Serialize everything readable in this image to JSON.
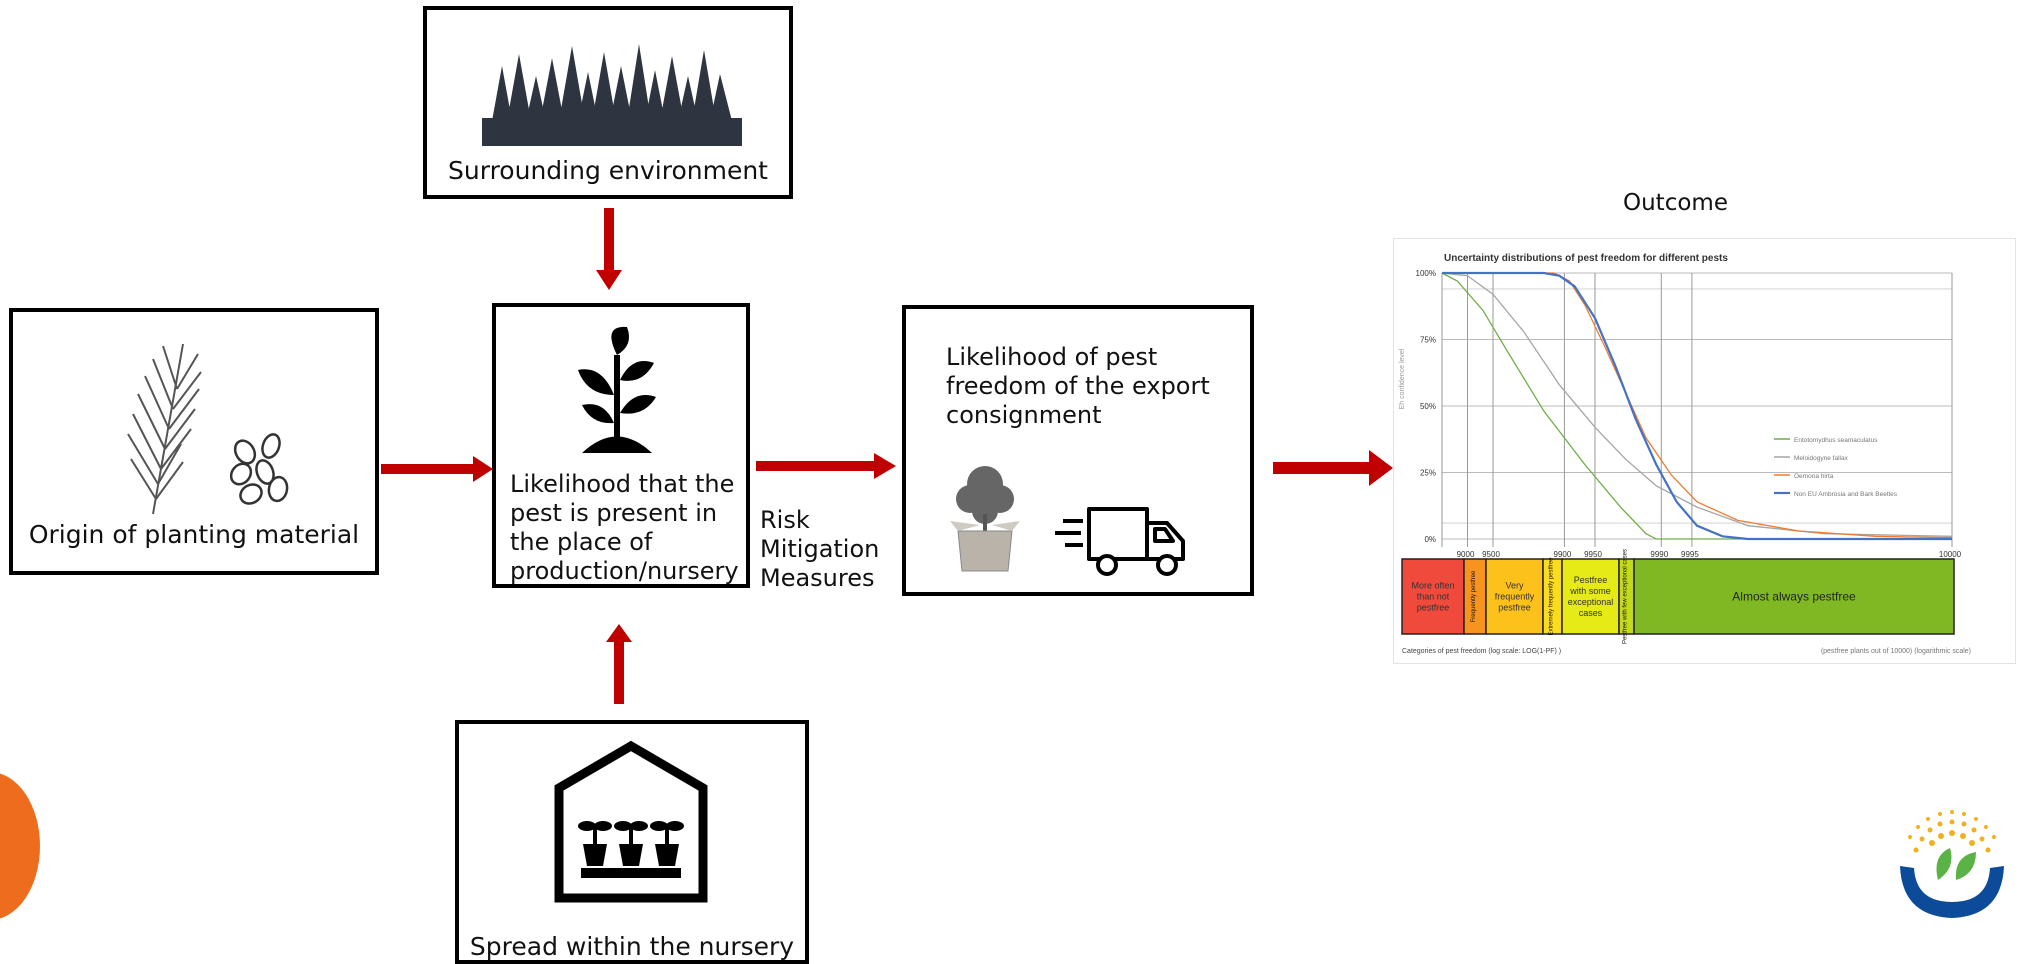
{
  "colors": {
    "arrow": "#c00000",
    "box_border": "#000000"
  },
  "boxes": {
    "surrounding": {
      "label": "Surrounding environment",
      "icon": "forest-icon"
    },
    "origin": {
      "label": "Origin of planting material",
      "icon": "conifer-branch-and-seeds-icon"
    },
    "likelihood_present": {
      "label": "Likelihood that the pest is present in the place of production/nursery",
      "icon": "sprout-icon"
    },
    "likelihood_freedom": {
      "label": "Likelihood of pest freedom of the export consignment",
      "icons": [
        "potted-tree-box-icon",
        "delivery-truck-icon"
      ]
    },
    "spread": {
      "label": "Spread within the nursery",
      "icon": "greenhouse-icon"
    }
  },
  "risk_mitigation_label": "Risk Mitigation Measures",
  "outcome_label": "Outcome",
  "chart_data": {
    "type": "line",
    "title": "Uncertainty distributions of pest freedom for different pests",
    "ylabel": "Eh confidence level",
    "y_ticks": [
      "100%",
      "75%",
      "50%",
      "25%",
      "0%"
    ],
    "x_ticks": [
      "9000",
      "9500",
      "9900",
      "9950",
      "9990",
      "9995",
      "10000"
    ],
    "series": [
      {
        "name": "Entotomydhus seamaculatus",
        "color": "#70ad47",
        "points": [
          [
            0,
            1.0
          ],
          [
            0.03,
            0.97
          ],
          [
            0.08,
            0.86
          ],
          [
            0.13,
            0.7
          ],
          [
            0.2,
            0.48
          ],
          [
            0.28,
            0.28
          ],
          [
            0.35,
            0.12
          ],
          [
            0.4,
            0.02
          ],
          [
            0.42,
            0.0
          ],
          [
            1.0,
            0.0
          ]
        ]
      },
      {
        "name": "Meloidogyne fallax",
        "color": "#a5a5a5",
        "points": [
          [
            0,
            1.0
          ],
          [
            0.05,
            0.99
          ],
          [
            0.1,
            0.92
          ],
          [
            0.16,
            0.78
          ],
          [
            0.23,
            0.58
          ],
          [
            0.3,
            0.42
          ],
          [
            0.36,
            0.3
          ],
          [
            0.42,
            0.2
          ],
          [
            0.5,
            0.12
          ],
          [
            0.6,
            0.05
          ],
          [
            0.75,
            0.02
          ],
          [
            1.0,
            0.01
          ]
        ]
      },
      {
        "name": "Oemona hirta",
        "color": "#ed7d31",
        "points": [
          [
            0,
            1.0
          ],
          [
            0.22,
            1.0
          ],
          [
            0.25,
            0.97
          ],
          [
            0.28,
            0.88
          ],
          [
            0.32,
            0.72
          ],
          [
            0.36,
            0.55
          ],
          [
            0.4,
            0.38
          ],
          [
            0.45,
            0.24
          ],
          [
            0.5,
            0.14
          ],
          [
            0.58,
            0.07
          ],
          [
            0.7,
            0.03
          ],
          [
            0.85,
            0.01
          ],
          [
            1.0,
            0.005
          ]
        ]
      },
      {
        "name": "Non EU Ambrosia and Bark Beetles",
        "color": "#4472c4",
        "points": [
          [
            0,
            1.0
          ],
          [
            0.2,
            1.0
          ],
          [
            0.23,
            0.99
          ],
          [
            0.26,
            0.95
          ],
          [
            0.3,
            0.83
          ],
          [
            0.34,
            0.65
          ],
          [
            0.38,
            0.45
          ],
          [
            0.42,
            0.28
          ],
          [
            0.46,
            0.14
          ],
          [
            0.5,
            0.05
          ],
          [
            0.55,
            0.01
          ],
          [
            0.6,
            0.0
          ],
          [
            1.0,
            0.0
          ]
        ]
      }
    ],
    "categories": [
      {
        "label": "More often than not pestfree",
        "color": "#ef4a3c"
      },
      {
        "label": "Frequently pestfree",
        "color": "#f7941d"
      },
      {
        "label": "Very frequently pestfree",
        "color": "#fcc11b"
      },
      {
        "label": "Extremely frequently pestfree",
        "color": "#fddc1c"
      },
      {
        "label": "Pestfree with some exceptional cases",
        "color": "#e6ea17"
      },
      {
        "label": "Pestfree with few exceptional cases",
        "color": "#c2da1a"
      },
      {
        "label": "Almost always pestfree",
        "color": "#7fb823"
      }
    ],
    "footer_left": "Categories of pest freedom (log scale: LOG(1-PF) )",
    "footer_right": "(pestfree plants out of 10000) (logarithmic scale)"
  }
}
